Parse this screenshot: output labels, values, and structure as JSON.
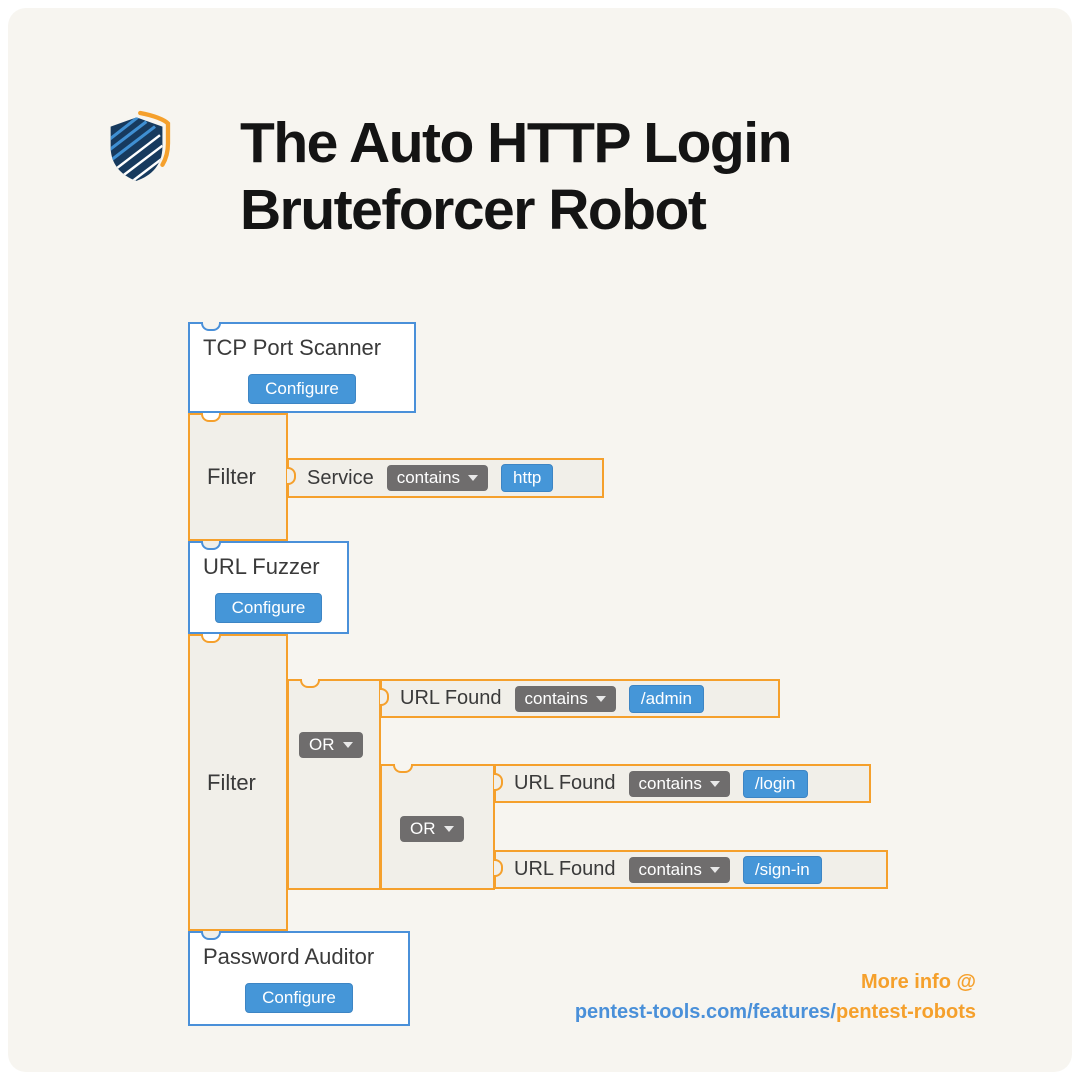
{
  "header": {
    "title_line1": "The Auto HTTP Login",
    "title_line2": "Bruteforcer Robot"
  },
  "workflow": {
    "tcp_scanner": {
      "title": "TCP Port Scanner",
      "configure": "Configure"
    },
    "service_filter": {
      "title": "Filter",
      "condition": {
        "field": "Service",
        "operator": "contains",
        "value": "http"
      }
    },
    "url_fuzzer": {
      "title": "URL Fuzzer",
      "configure": "Configure"
    },
    "url_filter": {
      "title": "Filter",
      "outer_operator": "OR",
      "inner_operator": "OR",
      "conditions": [
        {
          "field": "URL Found",
          "operator": "contains",
          "value": "/admin"
        },
        {
          "field": "URL Found",
          "operator": "contains",
          "value": "/login"
        },
        {
          "field": "URL Found",
          "operator": "contains",
          "value": "/sign-in"
        }
      ]
    },
    "password_auditor": {
      "title": "Password Auditor",
      "configure": "Configure"
    }
  },
  "footer": {
    "more_info": "More info @",
    "url_prefix": "pentest-tools.com/features/",
    "url_suffix": "pentest-robots"
  },
  "icons": {
    "logo": "pentest-tools-shield",
    "caret_down": "caret-down"
  },
  "colors": {
    "blue": "#4a90d9",
    "orange": "#f5a02c",
    "dropdown_gray": "#6f6d6d",
    "block_bg": "#f1efe9",
    "page_bg": "#f7f5f0",
    "title_text": "#141414"
  }
}
